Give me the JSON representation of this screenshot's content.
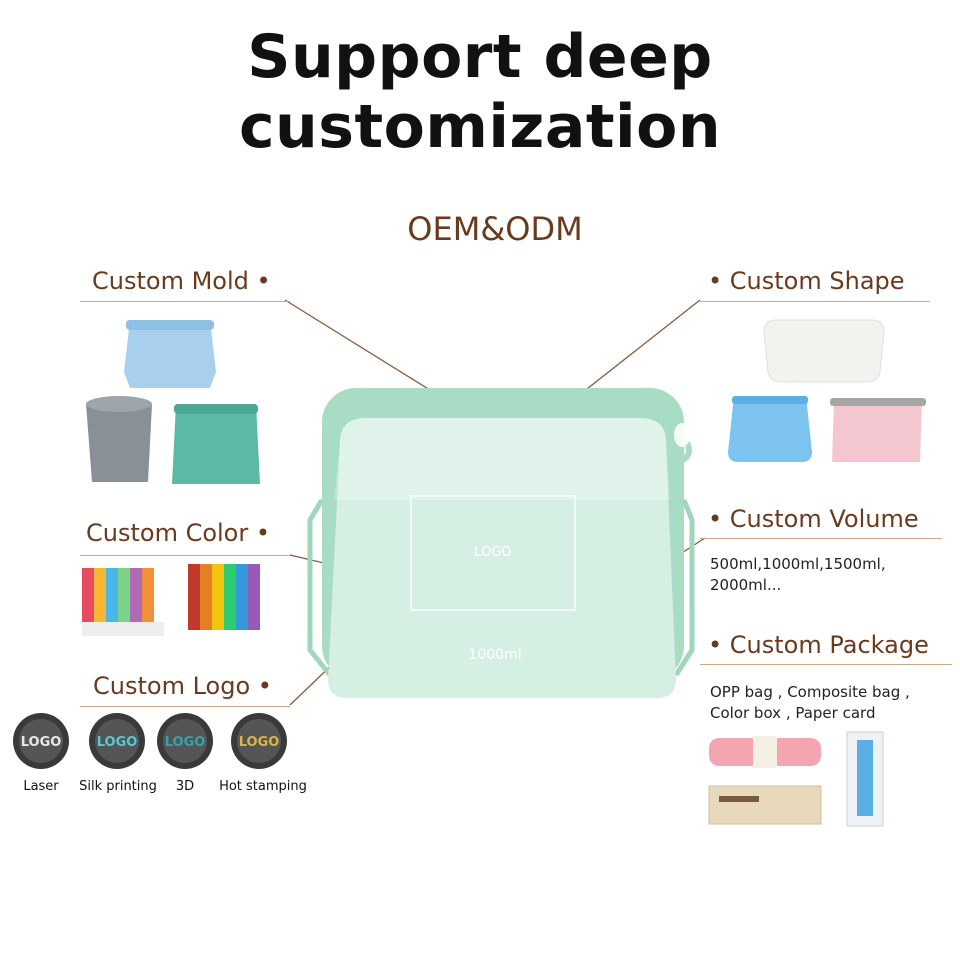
{
  "heading": "Support deep customization",
  "subheading": "OEM&ODM",
  "features": {
    "mold": "Custom Mold",
    "shape": "Custom Shape",
    "color": "Custom Color",
    "volume": "Custom Volume",
    "logo": "Custom Logo",
    "package": "Custom Package"
  },
  "volume_options": [
    "500ml,1000ml,1500ml,",
    "2000ml..."
  ],
  "package_options": [
    "OPP bag , Composite bag ,",
    "Color box , Paper card"
  ],
  "product": {
    "logo_text": "LOGO",
    "volume_text": "1000ml"
  },
  "logo_methods": [
    {
      "caption": "Laser",
      "badge": "LOGO",
      "color": "#e8e8e8"
    },
    {
      "caption": "Silk printing",
      "badge": "LOGO",
      "color": "#58c9d3"
    },
    {
      "caption": "3D",
      "badge": "LOGO",
      "color": "#3aa0a8"
    },
    {
      "caption": "Hot stamping",
      "badge": "LOGO",
      "color": "#d8b64a"
    }
  ],
  "colors": {
    "accent": "#6b3a1e",
    "bag": "#bfe8d3",
    "rule": "#c9a98a"
  }
}
